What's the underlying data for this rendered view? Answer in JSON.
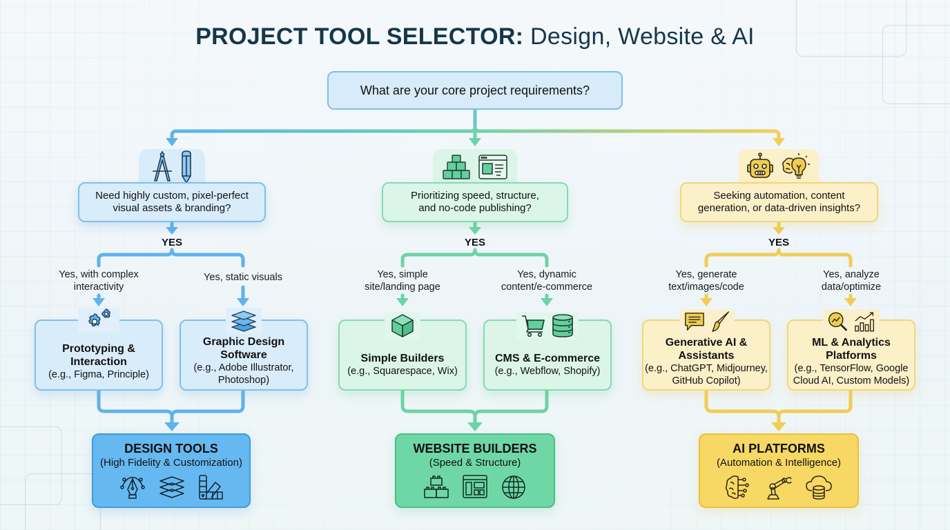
{
  "title": {
    "bold": "PROJECT TOOL SELECTOR:",
    "rest": " Design, Website & AI"
  },
  "root_question": "What are your core project requirements?",
  "colors": {
    "blue": "#66b8f0",
    "green": "#6fd7a6",
    "yellow": "#f7d865",
    "title": "#17364a"
  },
  "branches": [
    {
      "id": "design",
      "color": "blue",
      "icons": [
        "compass-icon",
        "pencil-icon"
      ],
      "question_line1": "Need highly custom, pixel-perfect",
      "question_line2": "visual assets & branding?",
      "yes": "YES",
      "options": [
        {
          "label_line1": "Yes, with complex",
          "label_line2": "interactivity",
          "icons": [
            "gears-icon"
          ],
          "name_line1": "Prototyping &",
          "name_line2": "Interaction",
          "example_line1": "(e.g., Figma, Principle)",
          "example_line2": ""
        },
        {
          "label_line1": "Yes, static visuals",
          "label_line2": "",
          "icons": [
            "layers-icon"
          ],
          "name_line1": "Graphic Design",
          "name_line2": "Software",
          "example_line1": "(e.g., Adobe Illustrator,",
          "example_line2": "Photoshop)"
        }
      ],
      "result": {
        "title": "DESIGN TOOLS",
        "subtitle": "(High Fidelity & Customization)",
        "icons": [
          "pen-tool-icon",
          "layers-icon",
          "color-swatch-icon"
        ]
      }
    },
    {
      "id": "website",
      "color": "green",
      "icons": [
        "blocks-icon",
        "webpage-icon"
      ],
      "question_line1": "Prioritizing speed, structure,",
      "question_line2": "and no-code publishing?",
      "yes": "YES",
      "options": [
        {
          "label_line1": "Yes, simple",
          "label_line2": "site/landing page",
          "icons": [
            "cube-icon"
          ],
          "name_line1": "Simple Builders",
          "name_line2": "",
          "example_line1": "(e.g., Squarespace, Wix)",
          "example_line2": ""
        },
        {
          "label_line1": "Yes, dynamic",
          "label_line2": "content/e-commerce",
          "icons": [
            "cart-icon",
            "database-icon"
          ],
          "name_line1": "CMS & E-commerce",
          "name_line2": "",
          "example_line1": "(e.g., Webflow, Shopify)",
          "example_line2": ""
        }
      ],
      "result": {
        "title": "WEBSITE BUILDERS",
        "subtitle": "(Speed & Structure)",
        "icons": [
          "bricks-icon",
          "layout-icon",
          "globe-icon"
        ]
      }
    },
    {
      "id": "ai",
      "color": "yellow",
      "icons": [
        "robot-icon",
        "brain-bulb-icon"
      ],
      "question_line1": "Seeking automation, content",
      "question_line2": "generation, or data-driven insights?",
      "yes": "YES",
      "options": [
        {
          "label_line1": "Yes, generate",
          "label_line2": "text/images/code",
          "icons": [
            "chat-icon",
            "brush-icon"
          ],
          "name_line1": "Generative AI &",
          "name_line2": "Assistants",
          "example_line1": "(e.g., ChatGPT, Midjourney,",
          "example_line2": "GitHub Copilot)"
        },
        {
          "label_line1": "Yes, analyze",
          "label_line2": "data/optimize",
          "icons": [
            "search-chart-icon",
            "bar-chart-icon"
          ],
          "name_line1": "ML & Analytics",
          "name_line2": "Platforms",
          "example_line1": "(e.g., TensorFlow, Google",
          "example_line2": "Cloud AI, Custom Models)"
        }
      ],
      "result": {
        "title": "AI PLATFORMS",
        "subtitle": "(Automation & Intelligence)",
        "icons": [
          "ai-brain-icon",
          "robot-arm-icon",
          "cloud-database-icon"
        ]
      }
    }
  ]
}
